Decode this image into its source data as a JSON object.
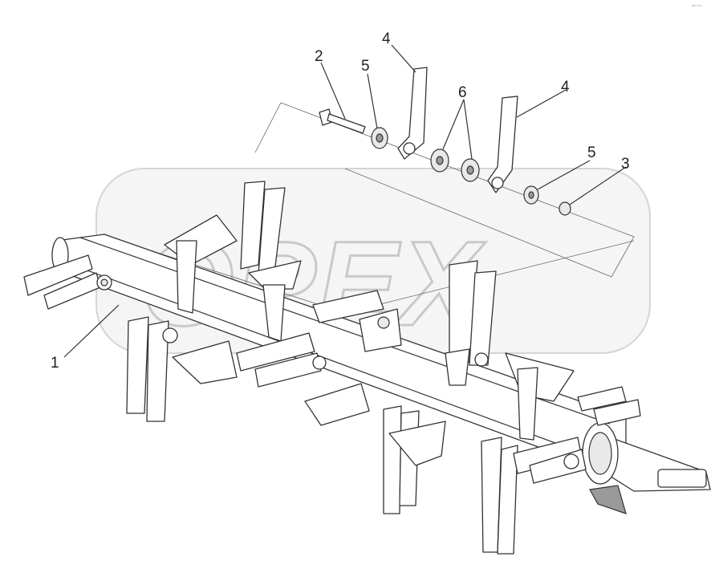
{
  "watermark": {
    "text": "OPEX"
  },
  "callouts": [
    {
      "id": "1",
      "label": "1"
    },
    {
      "id": "2",
      "label": "2"
    },
    {
      "id": "3",
      "label": "3"
    },
    {
      "id": "4a",
      "label": "4"
    },
    {
      "id": "4b",
      "label": "4"
    },
    {
      "id": "5a",
      "label": "5"
    },
    {
      "id": "5b",
      "label": "5"
    },
    {
      "id": "6",
      "label": "6"
    }
  ],
  "corner_note": "gtk ibm"
}
